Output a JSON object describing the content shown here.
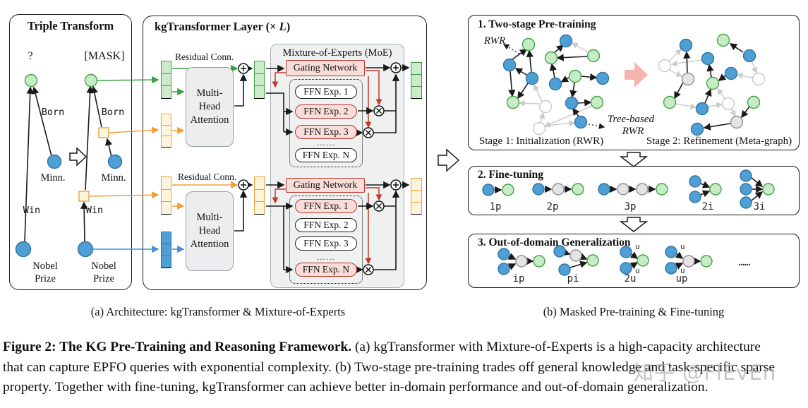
{
  "figure": {
    "panel_a": {
      "caption": "(a) Architecture: kgTransformer & Mixture-of-Experts",
      "triple_transform": {
        "title": "Triple Transform",
        "query_var": "?",
        "mask_token": "[MASK]",
        "relation_born": "Born",
        "relation_win": "Win",
        "entity_minn": "Minn.",
        "entity_nobel_line1": "Nobel",
        "entity_nobel_line2": "Prize"
      },
      "layer": {
        "title_prefix": "kgTransformer Layer (× ",
        "title_var": "L",
        "title_suffix": ")",
        "residual_label": "Residual Conn.",
        "mha": [
          "Multi-",
          "Head",
          "Attention"
        ],
        "moe_title": "Mixture-of-Experts (MoE)",
        "gating_label": "Gating Network",
        "ffn_experts": [
          "FFN Exp. 1",
          "FFN Exp. 2",
          "FFN Exp. 3",
          "FFN Exp. N"
        ],
        "ffn_dots": "……"
      }
    },
    "panel_b": {
      "caption": "(b) Masked Pre-training & Fine-tuning",
      "pretraining": {
        "title": "1. Two-stage Pre-training",
        "rwr_label": "RWR",
        "tree_rwr_line1": "Tree-based",
        "tree_rwr_line2": "RWR",
        "stage1_caption": "Stage 1: Initialization (RWR)",
        "stage2_caption": "Stage 2: Refinement (Meta-graph)"
      },
      "finetuning": {
        "title": "2. Fine-tuning",
        "patterns": [
          "1p",
          "2p",
          "3p",
          "2i",
          "3i"
        ]
      },
      "ood": {
        "title": "3. Out-of-domain Generalization",
        "patterns": [
          "ip",
          "pi",
          "2u",
          "up"
        ],
        "union_label": "u",
        "dots": "……"
      }
    },
    "caption": {
      "line1_bold": "Figure 2: The KG Pre-Training and Reasoning Framework.",
      "line1_rest": " (a) kgTransformer with Mixture-of-Experts is a high-capacity architecture",
      "line2": "that can capture EPFO queries with exponential complexity. (b) Two-stage pre-training trades off general knowledge and task-specific sparse",
      "line3": "property. Together with fine-tuning, kgTransformer can achieve better in-domain performance and out-of-domain generalization.",
      "sub_a": "(a) Architecture: kgTransformer & Mixture-of-Experts",
      "sub_b": "(b) Masked Pre-training & Fine-tuning"
    },
    "watermark": "知乎 @FlEvEn",
    "colors": {
      "entity_blue": "#4d9fd6",
      "variable_green": "#c6ecc6",
      "relation_orange": "#eda13c",
      "expert_pink": "#f9ddd8",
      "expert_red": "#b7352c",
      "stage_arrow_pink": "#f7b3ae"
    }
  }
}
